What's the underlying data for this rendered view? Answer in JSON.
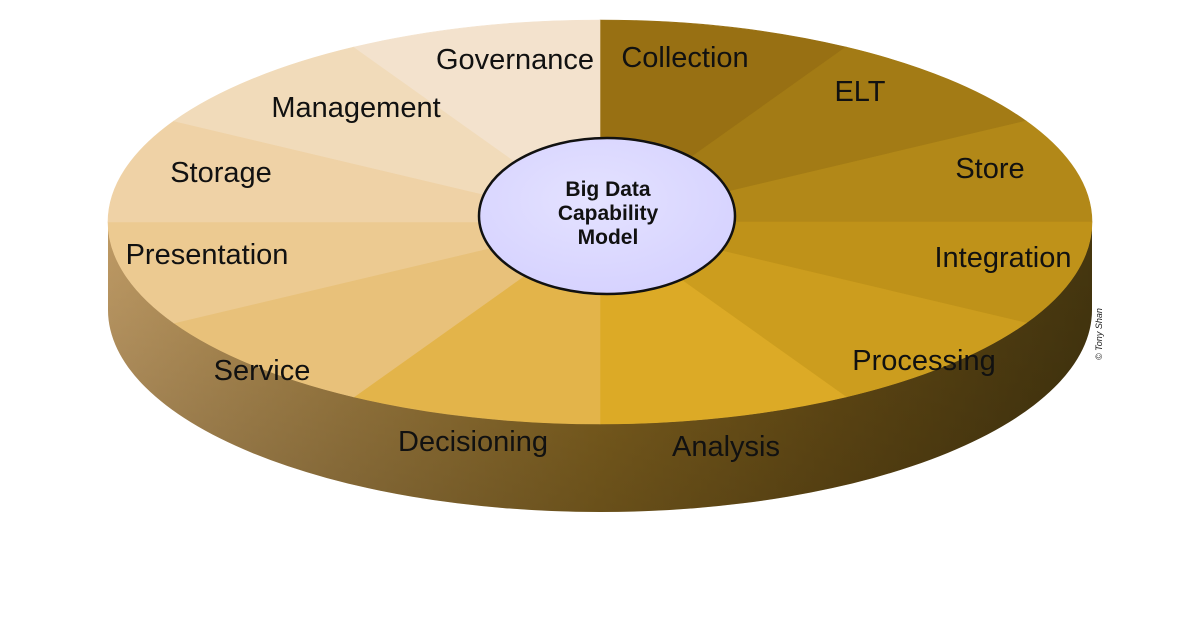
{
  "center": {
    "lines": [
      "Big Data",
      "Capability",
      "Model"
    ],
    "color": "#d4d0ff"
  },
  "segments": [
    {
      "label": "Collection",
      "color": "#987013"
    },
    {
      "label": "ELT",
      "color": "#a37b15"
    },
    {
      "label": "Store",
      "color": "#b28818"
    },
    {
      "label": "Integration",
      "color": "#bf9219"
    },
    {
      "label": "Processing",
      "color": "#cc9d1e"
    },
    {
      "label": "Analysis",
      "color": "#dcaa26"
    },
    {
      "label": "Decisioning",
      "color": "#e3b44a"
    },
    {
      "label": "Service",
      "color": "#e8c17a"
    },
    {
      "label": "Presentation",
      "color": "#ecca91"
    },
    {
      "label": "Storage",
      "color": "#efd2a6"
    },
    {
      "label": "Management",
      "color": "#f1dbba"
    },
    {
      "label": "Governance",
      "color": "#f3e2cd"
    }
  ],
  "credit": "© Tony Shan"
}
